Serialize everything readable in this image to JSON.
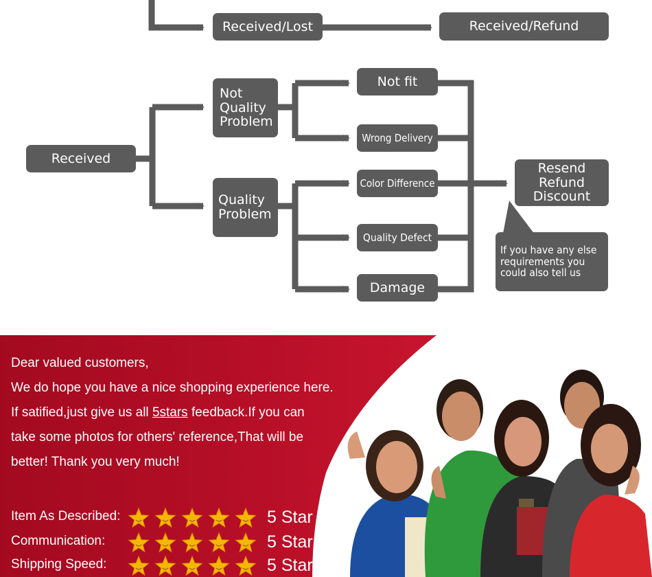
{
  "flow": {
    "received_lost": "Received/Lost",
    "received_refund": "Received/Refund",
    "received": "Received",
    "not_quality_problem": "Not\nQuality\nProblem",
    "quality_problem": "Quality\nProblem",
    "not_fit": "Not fit",
    "wrong_delivery": "Wrong Delivery",
    "color_difference": "Color Difference",
    "quality_defect": "Quality Defect",
    "damage": "Damage",
    "resolution": "Resend\nRefund\nDiscount",
    "note": "If you have any else\nrequirements you\ncould also tell us"
  },
  "message": {
    "line1": "Dear valued customers,",
    "line2": "We do hope you have a nice shopping experience here.",
    "line3_before": "If satified,just give us all ",
    "line3_link": "5stars",
    "line3_after": " feedback.If you can",
    "line4": "take some photos for others' reference,That will be",
    "line5": "better! Thank you very much!"
  },
  "ratings": [
    {
      "label": "Item As Described:",
      "stars": 5,
      "value": "5 Star"
    },
    {
      "label": "Communication:",
      "stars": 5,
      "value": "5 Star"
    },
    {
      "label": "Shipping Speed:",
      "stars": 5,
      "value": "5 Star"
    }
  ],
  "colors": {
    "box": "#5b5b5b",
    "panel_red": "#b10d24",
    "star": "#f5b800"
  },
  "icons": {
    "star": "star-icon",
    "arrow": "arrow-right-icon"
  }
}
